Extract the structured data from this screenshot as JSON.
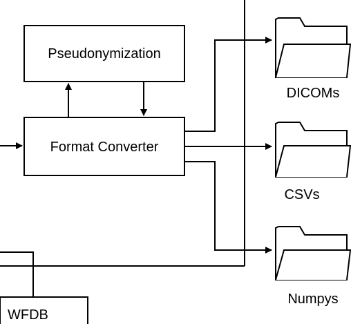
{
  "diagram": {
    "boxes": {
      "pseudonymization": "Pseudonymization",
      "format_converter": "Format Converter",
      "wfdb": "WFDB"
    },
    "folders": {
      "dicoms": "DICOMs",
      "csvs": "CSVs",
      "numpys": "Numpys"
    },
    "colors": {
      "stroke": "#000000",
      "background": "#ffffff",
      "text": "#000000"
    },
    "icons": [
      "folder-icon",
      "arrow-head"
    ]
  }
}
